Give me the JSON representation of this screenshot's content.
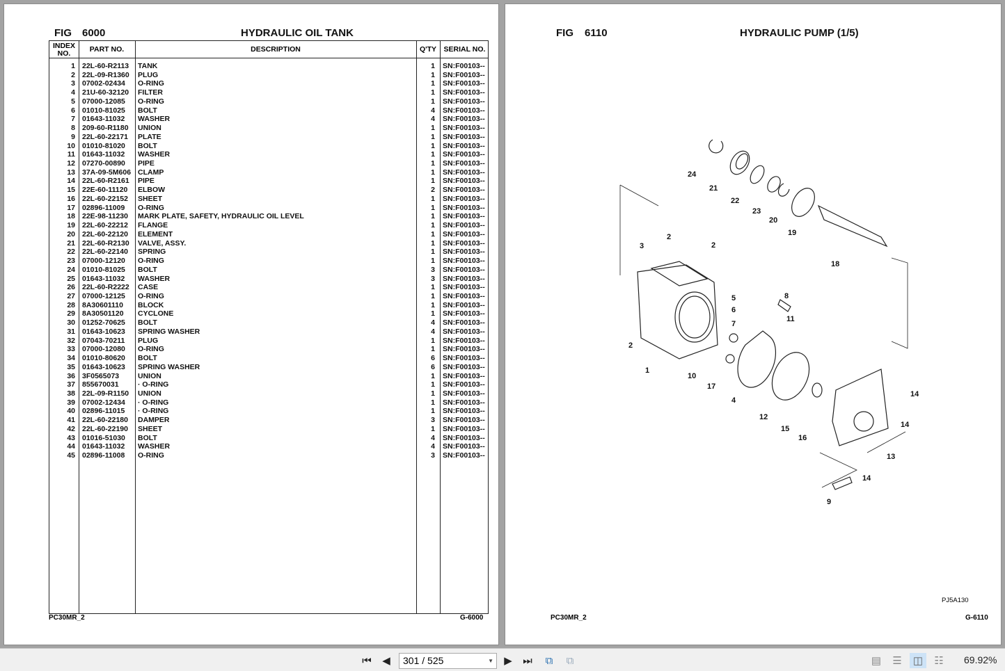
{
  "left_page": {
    "fig_label": "FIG",
    "fig_no": "6000",
    "title": "HYDRAULIC OIL TANK",
    "footer_left": "PC30MR_2",
    "footer_right": "G-6000",
    "columns": [
      "INDEX NO.",
      "PART NO.",
      "DESCRIPTION",
      "Q'TY",
      "SERIAL NO."
    ],
    "rows": [
      [
        "1",
        "22L-60-R2113",
        "TANK",
        "1",
        "SN:F00103--"
      ],
      [
        "2",
        "22L-09-R1360",
        "PLUG",
        "1",
        "SN:F00103--"
      ],
      [
        "3",
        "07002-02434",
        "O-RING",
        "1",
        "SN:F00103--"
      ],
      [
        "4",
        "21U-60-32120",
        "FILTER",
        "1",
        "SN:F00103--"
      ],
      [
        "5",
        "07000-12085",
        "O-RING",
        "1",
        "SN:F00103--"
      ],
      [
        "6",
        "01010-81025",
        "BOLT",
        "4",
        "SN:F00103--"
      ],
      [
        "7",
        "01643-11032",
        "WASHER",
        "4",
        "SN:F00103--"
      ],
      [
        "8",
        "209-60-R1180",
        "UNION",
        "1",
        "SN:F00103--"
      ],
      [
        "9",
        "22L-60-22171",
        "PLATE",
        "1",
        "SN:F00103--"
      ],
      [
        "10",
        "01010-81020",
        "BOLT",
        "1",
        "SN:F00103--"
      ],
      [
        "11",
        "01643-11032",
        "WASHER",
        "1",
        "SN:F00103--"
      ],
      [
        "12",
        "07270-00890",
        "PIPE",
        "1",
        "SN:F00103--"
      ],
      [
        "13",
        "37A-09-5M606",
        "CLAMP",
        "1",
        "SN:F00103--"
      ],
      [
        "14",
        "22L-60-R2161",
        "PIPE",
        "1",
        "SN:F00103--"
      ],
      [
        "15",
        "22E-60-11120",
        "ELBOW",
        "2",
        "SN:F00103--"
      ],
      [
        "16",
        "22L-60-22152",
        "SHEET",
        "1",
        "SN:F00103--"
      ],
      [
        "17",
        "02896-11009",
        "O-RING",
        "1",
        "SN:F00103--"
      ],
      [
        "18",
        "22E-98-11230",
        "MARK PLATE, SAFETY, HYDRAULIC OIL LEVEL",
        "1",
        "SN:F00103--"
      ],
      [
        "19",
        "22L-60-22212",
        "FLANGE",
        "1",
        "SN:F00103--"
      ],
      [
        "20",
        "22L-60-22120",
        "ELEMENT",
        "1",
        "SN:F00103--"
      ],
      [
        "21",
        "22L-60-R2130",
        "VALVE, ASSY.",
        "1",
        "SN:F00103--"
      ],
      [
        "22",
        "22L-60-22140",
        "SPRING",
        "1",
        "SN:F00103--"
      ],
      [
        "23",
        "07000-12120",
        "O-RING",
        "1",
        "SN:F00103--"
      ],
      [
        "24",
        "01010-81025",
        "BOLT",
        "3",
        "SN:F00103--"
      ],
      [
        "25",
        "01643-11032",
        "WASHER",
        "3",
        "SN:F00103--"
      ],
      [
        "26",
        "22L-60-R2222",
        "CASE",
        "1",
        "SN:F00103--"
      ],
      [
        "27",
        "07000-12125",
        "O-RING",
        "1",
        "SN:F00103--"
      ],
      [
        "28",
        "8A30601110",
        "BLOCK",
        "1",
        "SN:F00103--"
      ],
      [
        "29",
        "8A30501120",
        "CYCLONE",
        "1",
        "SN:F00103--"
      ],
      [
        "30",
        "01252-70625",
        "BOLT",
        "4",
        "SN:F00103--"
      ],
      [
        "31",
        "01643-10623",
        "SPRING WASHER",
        "4",
        "SN:F00103--"
      ],
      [
        "32",
        "07043-70211",
        "PLUG",
        "1",
        "SN:F00103--"
      ],
      [
        "33",
        "07000-12080",
        "O-RING",
        "1",
        "SN:F00103--"
      ],
      [
        "34",
        "01010-80620",
        "BOLT",
        "6",
        "SN:F00103--"
      ],
      [
        "35",
        "01643-10623",
        "SPRING WASHER",
        "6",
        "SN:F00103--"
      ],
      [
        "36",
        "3F0565073",
        "UNION",
        "1",
        "SN:F00103--"
      ],
      [
        "37",
        "855670031",
        "·  O-RING",
        "1",
        "SN:F00103--"
      ],
      [
        "38",
        "22L-09-R1150",
        "UNION",
        "1",
        "SN:F00103--"
      ],
      [
        "39",
        "07002-12434",
        "·  O-RING",
        "1",
        "SN:F00103--"
      ],
      [
        "40",
        "02896-11015",
        "·  O-RING",
        "1",
        "SN:F00103--"
      ],
      [
        "41",
        "22L-60-22180",
        "DAMPER",
        "3",
        "SN:F00103--"
      ],
      [
        "42",
        "22L-60-22190",
        "SHEET",
        "1",
        "SN:F00103--"
      ],
      [
        "43",
        "01016-51030",
        "BOLT",
        "4",
        "SN:F00103--"
      ],
      [
        "44",
        "01643-11032",
        "WASHER",
        "4",
        "SN:F00103--"
      ],
      [
        "45",
        "02896-11008",
        "O-RING",
        "3",
        "SN:F00103--"
      ]
    ]
  },
  "right_page": {
    "fig_label": "FIG",
    "fig_no": "6110",
    "title": "HYDRAULIC PUMP (1/5)",
    "footer_left": "PC30MR_2",
    "footer_right": "G-6110",
    "drawing_code": "PJ5A130",
    "callouts": [
      "24",
      "21",
      "22",
      "23",
      "20",
      "19",
      "18",
      "3",
      "2",
      "2",
      "8",
      "5",
      "6",
      "7",
      "11",
      "2",
      "1",
      "10",
      "17",
      "4",
      "12",
      "15",
      "16",
      "14",
      "14",
      "13",
      "14",
      "9"
    ]
  },
  "toolbar": {
    "page_value": "301 / 525",
    "zoom": "69.92%",
    "first_icon": "first-page-icon",
    "prev_icon": "prev-page-icon",
    "next_icon": "next-page-icon",
    "last_icon": "last-page-icon"
  }
}
